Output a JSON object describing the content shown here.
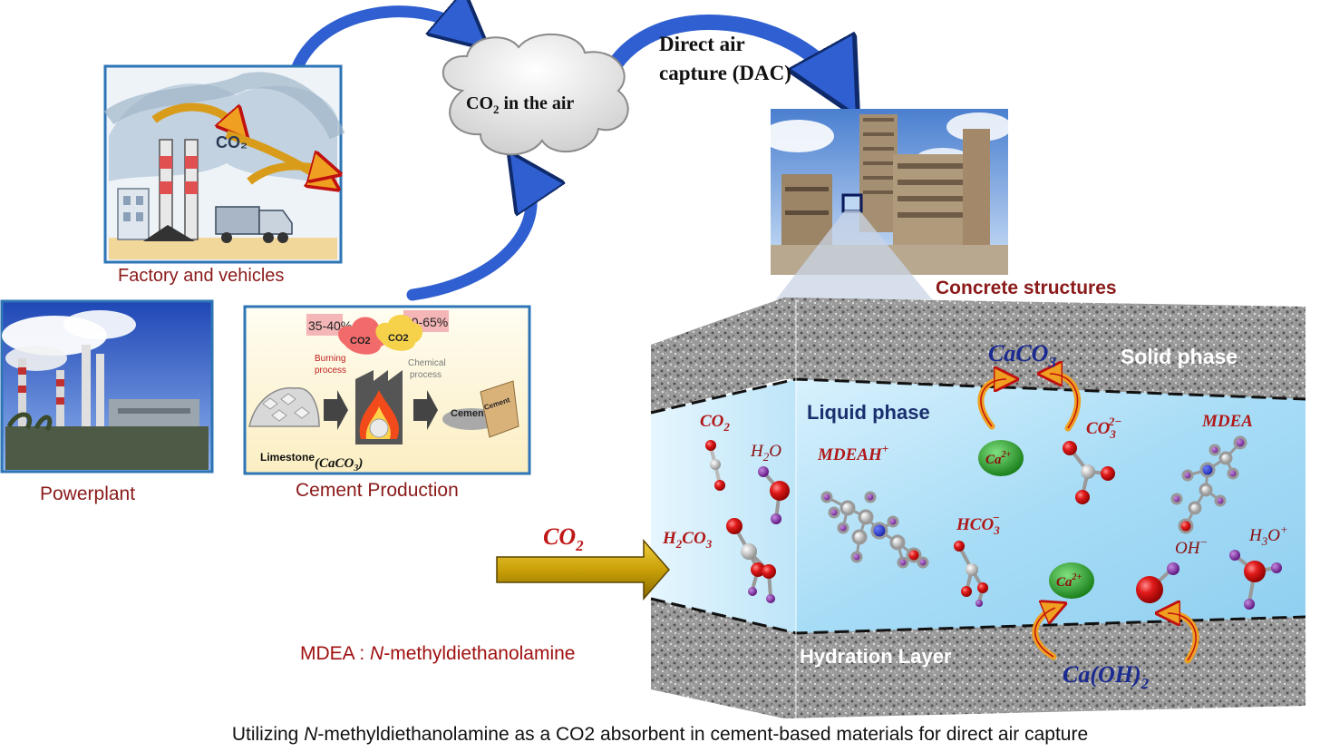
{
  "colors": {
    "dark_red": "#8B1A1A",
    "navy": "#0f2a7a",
    "arrow_blue": "#2f5fd0",
    "gold": "#c9a008",
    "molecule_red": "#d8141a",
    "molecule_purple": "#7a1d9a",
    "calcium_green": "#22a822"
  },
  "cloud": {
    "label_pre": "CO",
    "label_sub": "2",
    "label_post": " in the air"
  },
  "dac_label": {
    "line1": "Direct air",
    "line2": "capture (DAC)"
  },
  "sources": {
    "factory": {
      "caption": "Factory and vehicles",
      "inner_text": "CO₂",
      "icon": "factory-smokestack-truck-illustration"
    },
    "powerplant": {
      "caption": "Powerplant",
      "icon": "powerplant-photo"
    },
    "cement": {
      "caption": "Cement Production",
      "pct_burning": "35-40%",
      "pct_chemical": "60-65%",
      "cloud1": "CO2",
      "cloud2": "CO2",
      "burning_line1": "Burning",
      "burning_line2": "process",
      "chemical_line1": "Chemical",
      "chemical_line2": "process",
      "bag_label": "Cement",
      "product_label": "Cement",
      "limestone_label": "Limestone",
      "limestone_formula": "(CaCO",
      "limestone_formula_sub": "3",
      "limestone_formula_end": ")"
    }
  },
  "concrete": {
    "title": "Concrete structures",
    "icon": "concrete-building-photo",
    "solid_phase": "Solid phase",
    "liquid_phase": "Liquid phase",
    "hydration_layer": "Hydration Layer"
  },
  "inflow": {
    "label": "CO",
    "sub": "2"
  },
  "species": {
    "caco3": {
      "base": "CaCO",
      "sub": "3"
    },
    "co2": {
      "base": "CO",
      "sub": "2"
    },
    "h2o": {
      "pre": "H",
      "sub": "2",
      "post": "O"
    },
    "mdeah": {
      "base": "MDEAH",
      "sup": "+"
    },
    "ca1": {
      "base": "Ca",
      "sup": "2+"
    },
    "ca2": {
      "base": "Ca",
      "sup": "2+"
    },
    "co3": {
      "base": "CO",
      "sub": "3",
      "sup": "2−"
    },
    "mdea": {
      "base": "MDEA"
    },
    "h2co3": {
      "pre": "H",
      "sub1": "2",
      "mid": "CO",
      "sub2": "3"
    },
    "hco3": {
      "base": "HCO",
      "sub": "3",
      "sup": "−"
    },
    "oh": {
      "base": "OH",
      "sup": "−"
    },
    "h3o": {
      "pre": "H",
      "sub": "3",
      "post": "O",
      "sup": "+"
    },
    "caoh2": {
      "pre": "Ca(OH)",
      "sub": "2"
    }
  },
  "mdea_definition": {
    "abbr": "MDEA : ",
    "prefix": "N",
    "rest": "-methyldiethanolamine"
  },
  "caption": {
    "pre": "Utilizing ",
    "italic": "N",
    "post": "-methyldiethanolamine as a CO2 absorbent in cement-based materials for direct air capture"
  }
}
